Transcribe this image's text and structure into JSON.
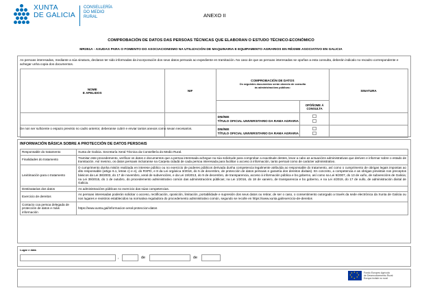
{
  "header": {
    "logo_line1": "XUNTA",
    "logo_line2": "DE GALICIA",
    "logo_sub1": "CONSELLERÍA",
    "logo_sub2": "DO MEDIO",
    "logo_sub3": "RURAL",
    "annex": "ANEXO II"
  },
  "titles": {
    "main": "COMPROBACIÓN DE DATOS DAS PERSOAS TÉCNICAS QUE ELABORAN O ESTUDO TÉCNICO-ECONÓMICO",
    "procedure": "MR351A - AXUDAS PARA O FOMENTO DO ASOCIACIONISMO NA UTILIZACIÓN DE MAQUINARIA E EQUIPAMENTO AGRARIOS EN RÉXIME ASOCIATIVO EN GALICIA"
  },
  "intro": "As persoas interesadas, mediante a súa sinatura, declaran ter sido informadas da incorporación dos seus datos persoais ao expediente en tramitación. No caso de que as persoas interesadas se opoñan a esta consulta, deberán indicalo no recadro correspondente e achegar unha copia dos documentos.",
  "table": {
    "col_name": "NOME\nE APELIDOS",
    "col_nif": "NIF",
    "col_check_title": "COMPROBACIÓN DE DATOS",
    "col_check_sub": "Os seguintes documentos serán obxecto de consulta\nás administracións públicas:",
    "col_oppose": "OPÓÑOME Á CONSULTA",
    "col_sign": "SINATURA",
    "rows": [
      {
        "doc1": "DNI/NIE",
        "doc2": "TÍTULO OFICIAL UNIVERSITARIO DA RAMA AGRARIA"
      },
      {
        "doc1": "DNI/NIE",
        "doc2": "TÍTULO OFICIAL UNIVERSITARIO DA RAMA AGRARIA"
      }
    ]
  },
  "note": "De non ser suficiente o espazo previsto no cadro anterior, deberanse cubrir e enviar tantos anexos como sexan necesarios.",
  "info": {
    "title": "INFORMACIÓN BÁSICA SOBRE A PROTECCIÓN DE DATOS PERSOAIS",
    "rows": [
      {
        "label": "Responsable do tratamento",
        "value": "Xunta de Galicia. Secretaría Xeral Técnica da Consellería do Medio Rural."
      },
      {
        "label": "Finalidades do tratamento",
        "value": "Tramitar este procedemento, verificar os datos e documentos que a persoa interesada achegue na súa solicitude para comprobar a exactitude destes, levar a cabo as actuacións administrativas que deriven e informar sobre o estado de tramitación. Así mesmo, os datos persoais incluiranse na Carpeta cidadá de cada persoa interesada para facilitar o acceso á información, tanto persoal como de carácter administrativo."
      },
      {
        "label": "Lexitimación para o tratamento",
        "value": "O cumprimento dunha misión realizada en interese público ou no exercicio de poderes públicos derivada dunha competencia legalmente atribuída ao responsable do tratamento, así como o cumprimento de obrigas legais impostas ao dito responsable (artigo 6.1, letras c) e e), do RXPD, e 8 da Lei orgánica 3/2018, do 5 de decembro, de protección de datos persoais e garantía dos dereitos dixitais). En concreto, a competencia e as obrigas previstas nos preceptos básicos da Lei 38/2003, do 17 de novembro, xeral de subvencións, e da Lei 19/2013, do 9 de decembro, de transparencia, acceso á información pública e bo goberno, así como na Lei 9/2007, do 13 de xuño, de subvencións de Galicia; na Lei 39/2015, do 1 de outubro, do procedemento administrativo común das administracións públicas; na Lei 1/2016, do 18 de xaneiro, de transparencia e bo goberno, e na Lei 4/2019, do 17 de xullo, de administración dixital de Galicia."
      },
      {
        "label": "Destinatarias dos datos",
        "value": "As administracións públicas no exercicio das súas competencias."
      },
      {
        "label": "Exercicio de dereitos",
        "value": "As persoas interesadas poderán solicitar o acceso, rectificación, oposición, limitación, portabilidade e supresión dos seus datos ou retirar, de ser o caso, o consentimento outorgado a través da sede electrónica da Xunta de Galicia ou nos lugares e rexistros establecidos na normativa reguladora do procedemento administrativo común, segundo se recolle en https://www.xunta.gal/exercicio-de-dereitos"
      },
      {
        "label": "Contacto coa persoa delegada de protección de datos e máis información",
        "value": "https://www.xunta.gal/informacion-xeral-proteccion-datos"
      }
    ]
  },
  "place_date": {
    "label": "Lugar e data",
    "comma": ",",
    "de1": "de",
    "de2": "de"
  },
  "footer": {
    "eu_line1": "Fondo Europeo Agrícola",
    "eu_line2": "de Desenvolvemento Rural:",
    "eu_line3": "Europa inviste no rural"
  }
}
